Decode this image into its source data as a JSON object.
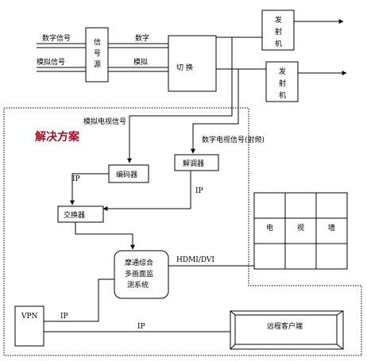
{
  "input_digital": "数字信号",
  "input_analog": "模拟信号",
  "signal_source": [
    "信",
    "号",
    "源"
  ],
  "wire_digital": "数字",
  "wire_analog": "模拟",
  "switch_label": "切  换",
  "transmitter1": [
    "发",
    "射",
    "机"
  ],
  "transmitter2": [
    "发",
    "射",
    "机"
  ],
  "analog_tv_signal": "模拟电视信号",
  "solution_title": "解决方案",
  "digital_tv_signal": "数字电视信号(射频)",
  "encoder": "编码器",
  "demodulator": "解调器",
  "ip_label_1": "IP",
  "ip_label_2": "IP",
  "switcher": "交换器",
  "tv_wall": [
    "电",
    "视",
    "墙"
  ],
  "monitor_system": [
    "摩通综合",
    "多画面监",
    "测系统"
  ],
  "hdmi_label": "HDMI/DVI",
  "vpn_label": "VPN",
  "ip_label_3": "IP",
  "ip_label_4": "IP",
  "remote_client": "远程客户端"
}
